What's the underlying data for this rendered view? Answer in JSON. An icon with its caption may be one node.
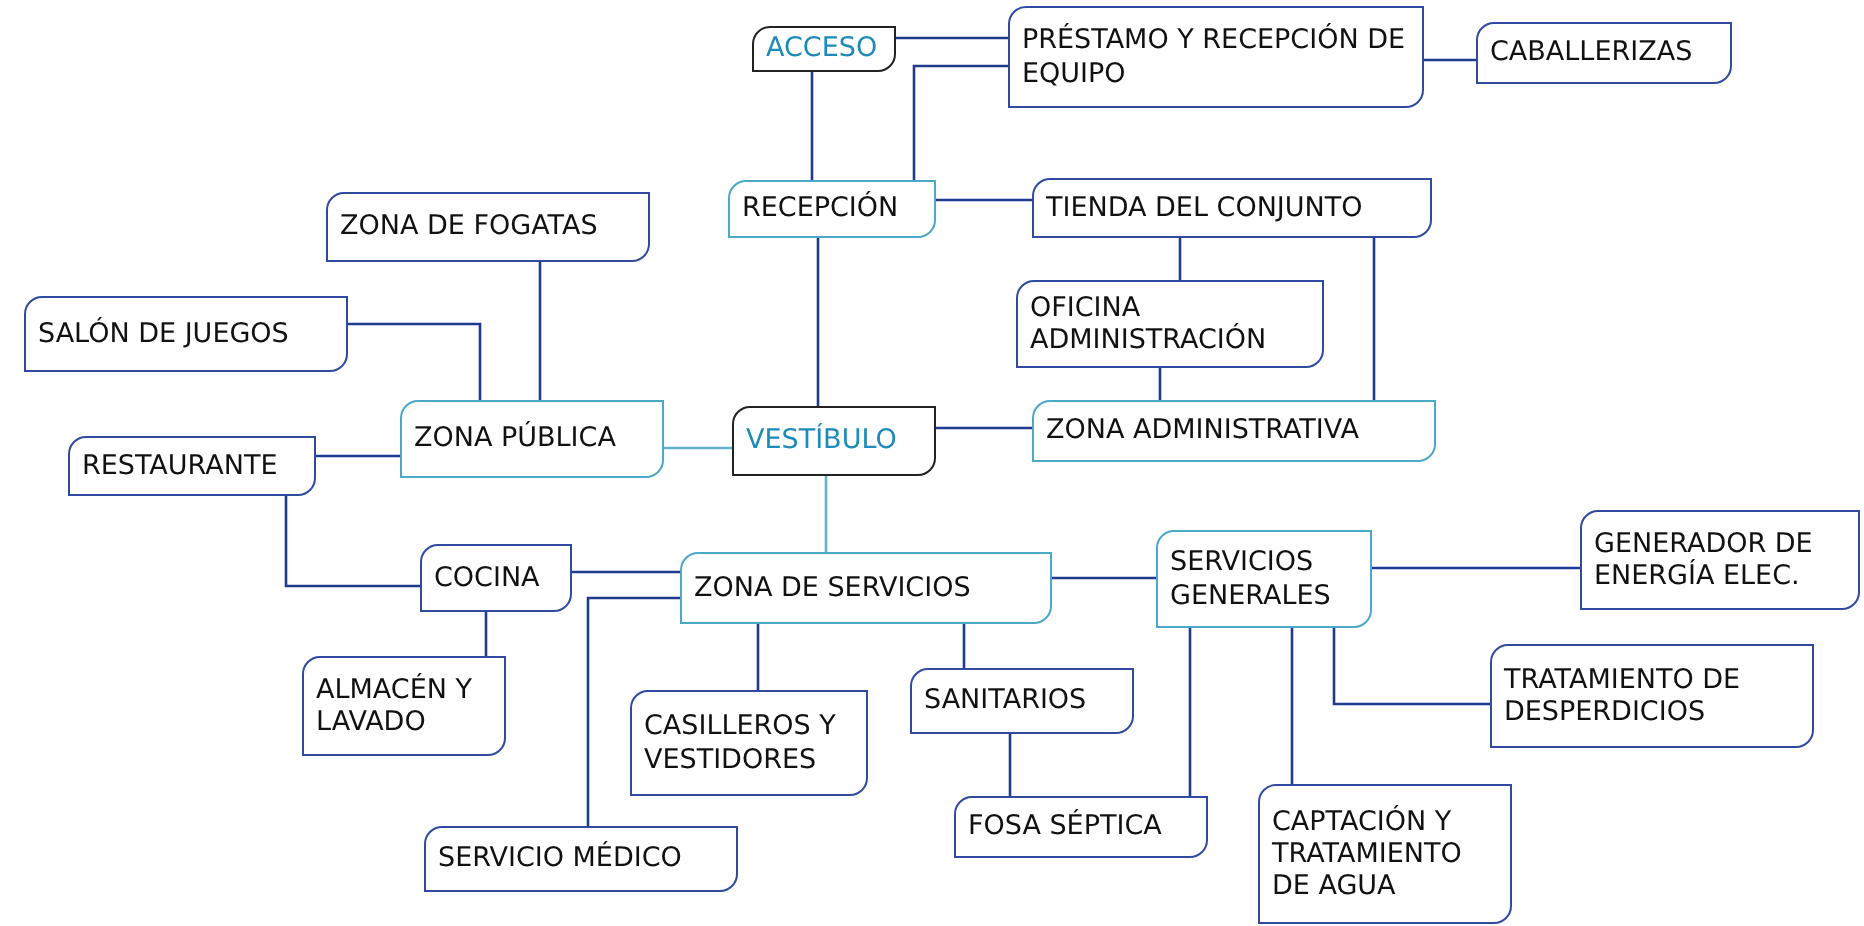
{
  "diagram": {
    "nodes": [
      {
        "text": [
          "ACCESO"
        ]
      },
      {
        "text": [
          "PRÉSTAMO Y RECEPCIÓN DE EQUIPO"
        ]
      },
      {
        "text": [
          "CABALLERIZAS"
        ]
      },
      {
        "text": [
          "RECEPCIÓN"
        ]
      },
      {
        "text": [
          "TIENDA DEL CONJUNTO"
        ]
      },
      {
        "text": [
          "ZONA DE FOGATAS"
        ]
      },
      {
        "text": [
          "OFICINA ADMINISTRACIÓN"
        ]
      },
      {
        "text": [
          "SALÓN DE JUEGOS"
        ]
      },
      {
        "text": [
          "ZONA PÚBLICA"
        ]
      },
      {
        "text": [
          "VESTÍBULO"
        ]
      },
      {
        "text": [
          "ZONA ADMINISTRATIVA"
        ]
      },
      {
        "text": [
          "RESTAURANTE"
        ]
      },
      {
        "text": [
          "COCINA"
        ]
      },
      {
        "text": [
          "ZONA DE SERVICIOS"
        ]
      },
      {
        "text": [
          "SERVICIOS GENERALES"
        ]
      },
      {
        "text": [
          "GENERADOR DE ENERGÍA ELEC."
        ]
      },
      {
        "text": [
          "ALMACÉN Y LAVADO"
        ]
      },
      {
        "text": [
          "CASILLEROS Y VESTIDORES"
        ]
      },
      {
        "text": [
          "SANITARIOS"
        ]
      },
      {
        "text": [
          "TRATAMIENTO DE DESPERDICIOS"
        ]
      },
      {
        "text": [
          "FOSA SÉPTICA"
        ]
      },
      {
        "text": [
          "CAPTACIÓN Y TRATAMIENTO DE AGUA"
        ]
      },
      {
        "text": [
          "SERVICIO MÉDICO"
        ]
      }
    ],
    "edges": [
      {
        "from": 0,
        "to": 1,
        "arrow": "none"
      },
      {
        "from": 3,
        "to": 1,
        "arrow": "none"
      },
      {
        "from": 0,
        "to": 3,
        "arrow": "none"
      },
      {
        "from": 1,
        "to": 2,
        "arrow": "none"
      },
      {
        "from": 3,
        "to": 4,
        "arrow": "none"
      },
      {
        "from": 3,
        "to": 9,
        "arrow": "none"
      },
      {
        "from": 4,
        "to": 6,
        "arrow": "none"
      },
      {
        "from": 6,
        "to": 10,
        "arrow": "none"
      },
      {
        "from": 4,
        "to": 10,
        "arrow": "none"
      },
      {
        "from": 9,
        "to": 10,
        "arrow": "none"
      },
      {
        "from": 8,
        "to": 9,
        "arrow": "none",
        "color": "#5fb3cc"
      },
      {
        "from": 5,
        "to": 8,
        "arrow": "none"
      },
      {
        "from": 7,
        "to": 8,
        "arrow": "none"
      },
      {
        "from": 11,
        "to": 8,
        "arrow": "none"
      },
      {
        "from": 9,
        "to": 13,
        "arrow": "none",
        "color": "#5fb3cc"
      },
      {
        "from": 11,
        "to": 12,
        "arrow": "none"
      },
      {
        "from": 12,
        "to": 13,
        "arrow": "none"
      },
      {
        "from": 12,
        "to": 16,
        "arrow": "none"
      },
      {
        "from": 13,
        "to": 22,
        "arrow": "none"
      },
      {
        "from": 13,
        "to": 17,
        "arrow": "none"
      },
      {
        "from": 13,
        "to": 18,
        "arrow": "none"
      },
      {
        "from": 13,
        "to": 14,
        "arrow": "none"
      },
      {
        "from": 18,
        "to": 20,
        "arrow": "none"
      },
      {
        "from": 14,
        "to": 20,
        "arrow": "none"
      },
      {
        "from": 14,
        "to": 15,
        "arrow": "none"
      },
      {
        "from": 14,
        "to": 19,
        "arrow": "none"
      },
      {
        "from": 14,
        "to": 21,
        "arrow": "none"
      }
    ]
  }
}
